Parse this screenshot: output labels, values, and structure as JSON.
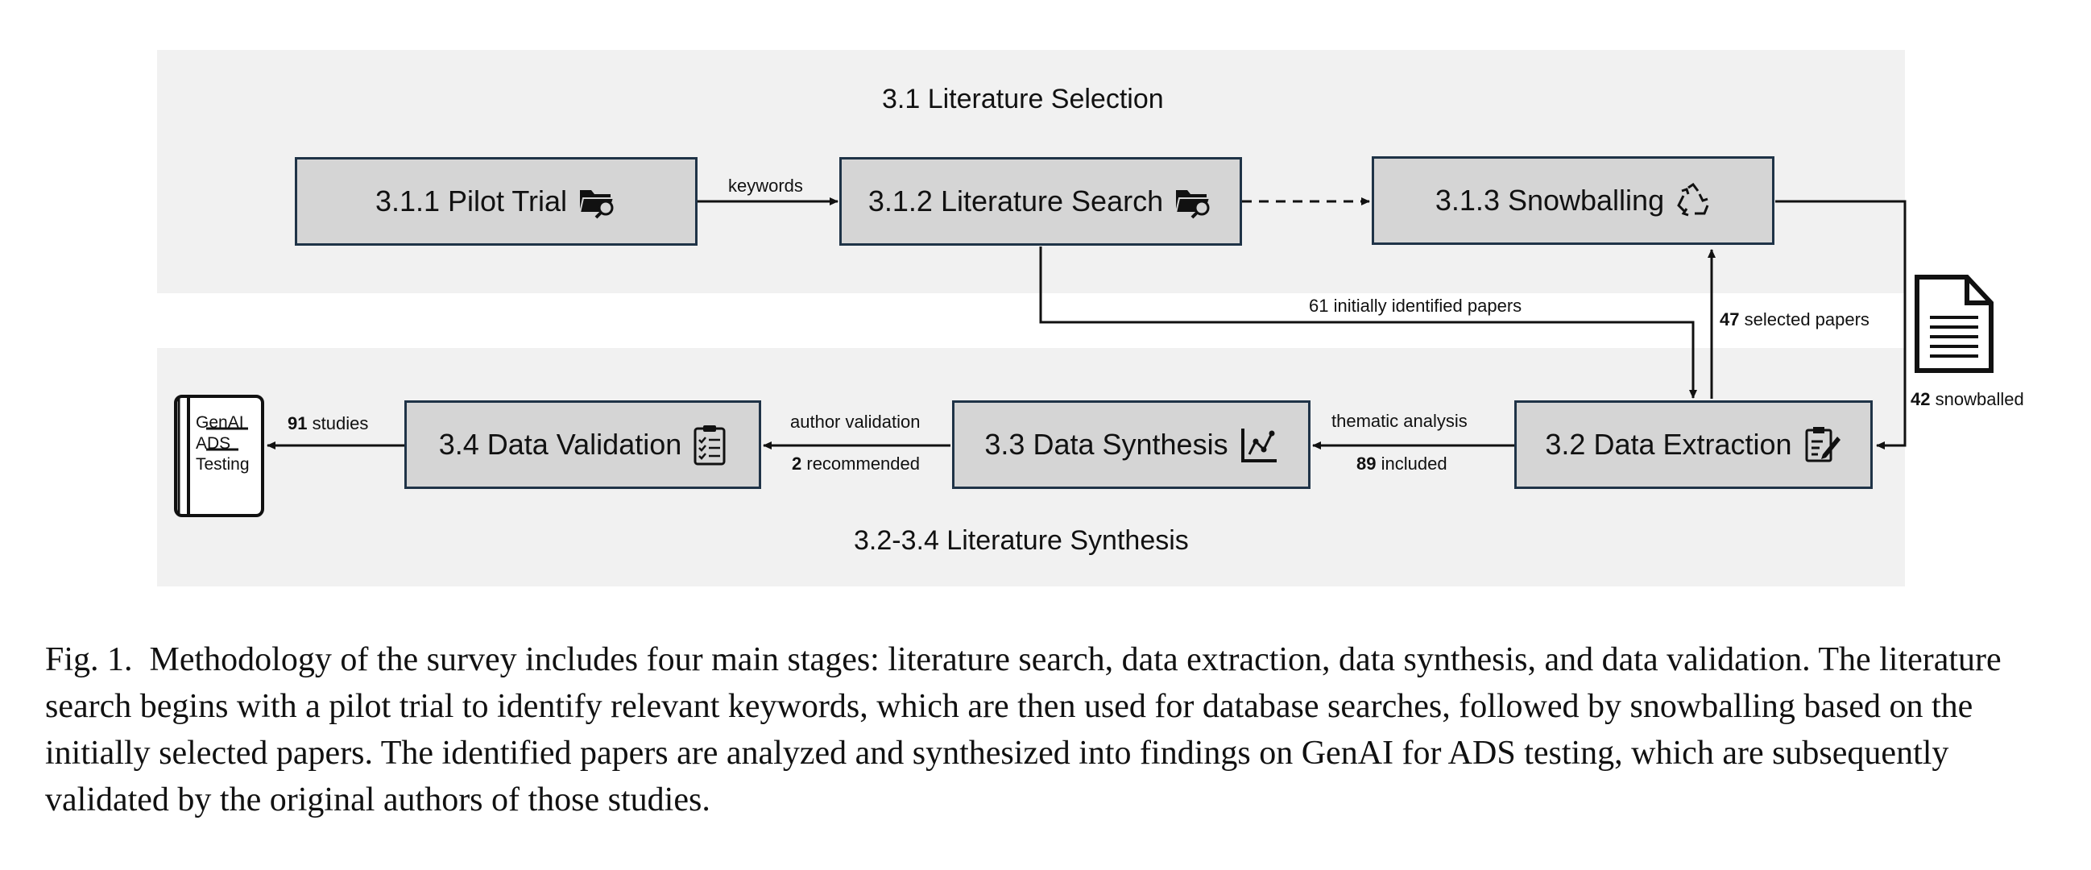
{
  "panels": {
    "selection_title": "3.1 Literature Selection",
    "synthesis_title": "3.2-3.4 Literature Synthesis"
  },
  "boxes": {
    "pilot_trial": "3.1.1 Pilot Trial",
    "literature_search": "3.1.2 Literature Search",
    "snowballing": "3.1.3 Snowballing",
    "data_extraction": "3.2 Data Extraction",
    "data_synthesis": "3.3 Data Synthesis",
    "data_validation": "3.4 Data Validation"
  },
  "edges": {
    "keywords": "keywords",
    "initially_identified": "61 initially identified papers",
    "selected_count": "47",
    "selected_text": "selected papers",
    "snowballed_count": "42",
    "snowballed_text": "snowballed",
    "thematic_analysis": "thematic analysis",
    "included_count": "89",
    "included_text": "included",
    "author_validation": "author validation",
    "recommended_count": "2",
    "recommended_text": "recommended",
    "studies_count": "91",
    "studies_text": "studies"
  },
  "output_book": {
    "line1": "GenAI",
    "line2": "ADS",
    "line3": "Testing"
  },
  "caption": {
    "label": "Fig. 1.",
    "text": "Methodology of the survey includes four main stages: literature search, data extraction, data synthesis, and data validation. The literature search begins with a pilot trial to identify relevant keywords, which are then used for database searches, followed by snowballing based on the initially selected papers. The identified papers are analyzed and synthesized into findings on GenAI for ADS testing, which are subsequently validated by the original authors of those studies."
  },
  "icons": [
    "folder-search-icon",
    "recycle-icon",
    "document-icon",
    "edit-document-icon",
    "chart-trend-icon",
    "clipboard-checklist-icon",
    "book-icon"
  ],
  "colors": {
    "panel": "#f1f1f1",
    "box_fill": "#d5d5d5",
    "box_border": "#1f3347",
    "arrow": "#111111"
  }
}
